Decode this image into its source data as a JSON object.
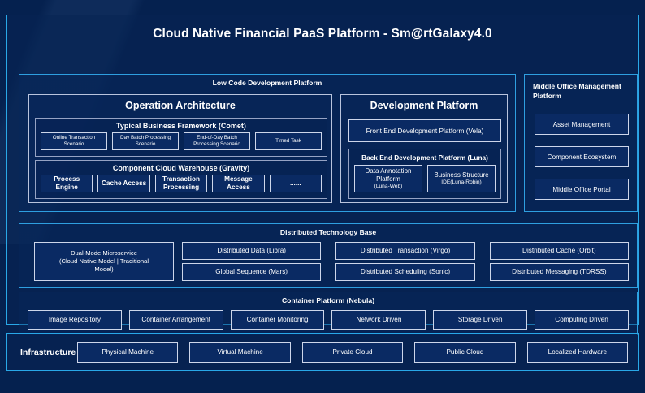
{
  "title": "Cloud Native Financial PaaS Platform - Sm@rtGalaxy4.0",
  "colors": {
    "background": "#05214f",
    "frame_border": "#29a8e8",
    "section_border": "#2e9fe0",
    "panel_border": "#b9c4dd",
    "box_border": "#cdd6ea",
    "box_fill": "#0a2a63",
    "text": "#ffffff"
  },
  "low_code": {
    "title": "Low Code Development Platform",
    "operation_architecture": {
      "title": "Operation Architecture",
      "comet": {
        "title": "Typical Business Framework (Comet)",
        "items": [
          "Online Transaction Scenario",
          "Day Batch Processing Scenario",
          "End-of-Day Batch Processing Scenario",
          "Timed Task"
        ]
      },
      "gravity": {
        "title": "Component Cloud Warehouse (Gravity)",
        "items": [
          "Process Engine",
          "Cache Access",
          "Transaction Processing",
          "Message Access",
          "......"
        ]
      }
    },
    "development_platform": {
      "title": "Development Platform",
      "front_end": "Front End Development Platform (Vela)",
      "back_end": {
        "title": "Back End Development Platform (Luna)",
        "items": [
          {
            "name": "Data Annotation Platform",
            "sub": "(Luna-Web)"
          },
          {
            "name": "Business Structure",
            "sub": "IDE(Luna-Robin)"
          }
        ]
      }
    }
  },
  "middle_office": {
    "title": "Middle Office Management Platform",
    "items": [
      "Asset Management",
      "Component Ecosystem",
      "Middle Office Portal"
    ]
  },
  "distributed_technology_base": {
    "title": "Distributed Technology Base",
    "dual_mode": "Dual-Mode Microservice (Cloud Native Model | Traditional Model)",
    "dual_mode_line1": "Dual-Mode Microservice",
    "dual_mode_line2": "(Cloud Native Model | Traditional",
    "dual_mode_line3": "Model)",
    "items": [
      "Distributed Data (Libra)",
      "Distributed Transaction (Virgo)",
      "Distributed Cache (Orbit)",
      "Global Sequence (Mars)",
      "Distributed Scheduling (Sonic)",
      "Distributed Messaging (TDRSS)"
    ]
  },
  "container_platform": {
    "title": "Container Platform (Nebula)",
    "items": [
      "Image Repository",
      "Container Arrangement",
      "Container Monitoring",
      "Network Driven",
      "Storage Driven",
      "Computing Driven"
    ]
  },
  "infrastructure": {
    "label": "Infrastructure",
    "items": [
      "Physical Machine",
      "Virtual Machine",
      "Private Cloud",
      "Public Cloud",
      "Localized Hardware"
    ]
  }
}
